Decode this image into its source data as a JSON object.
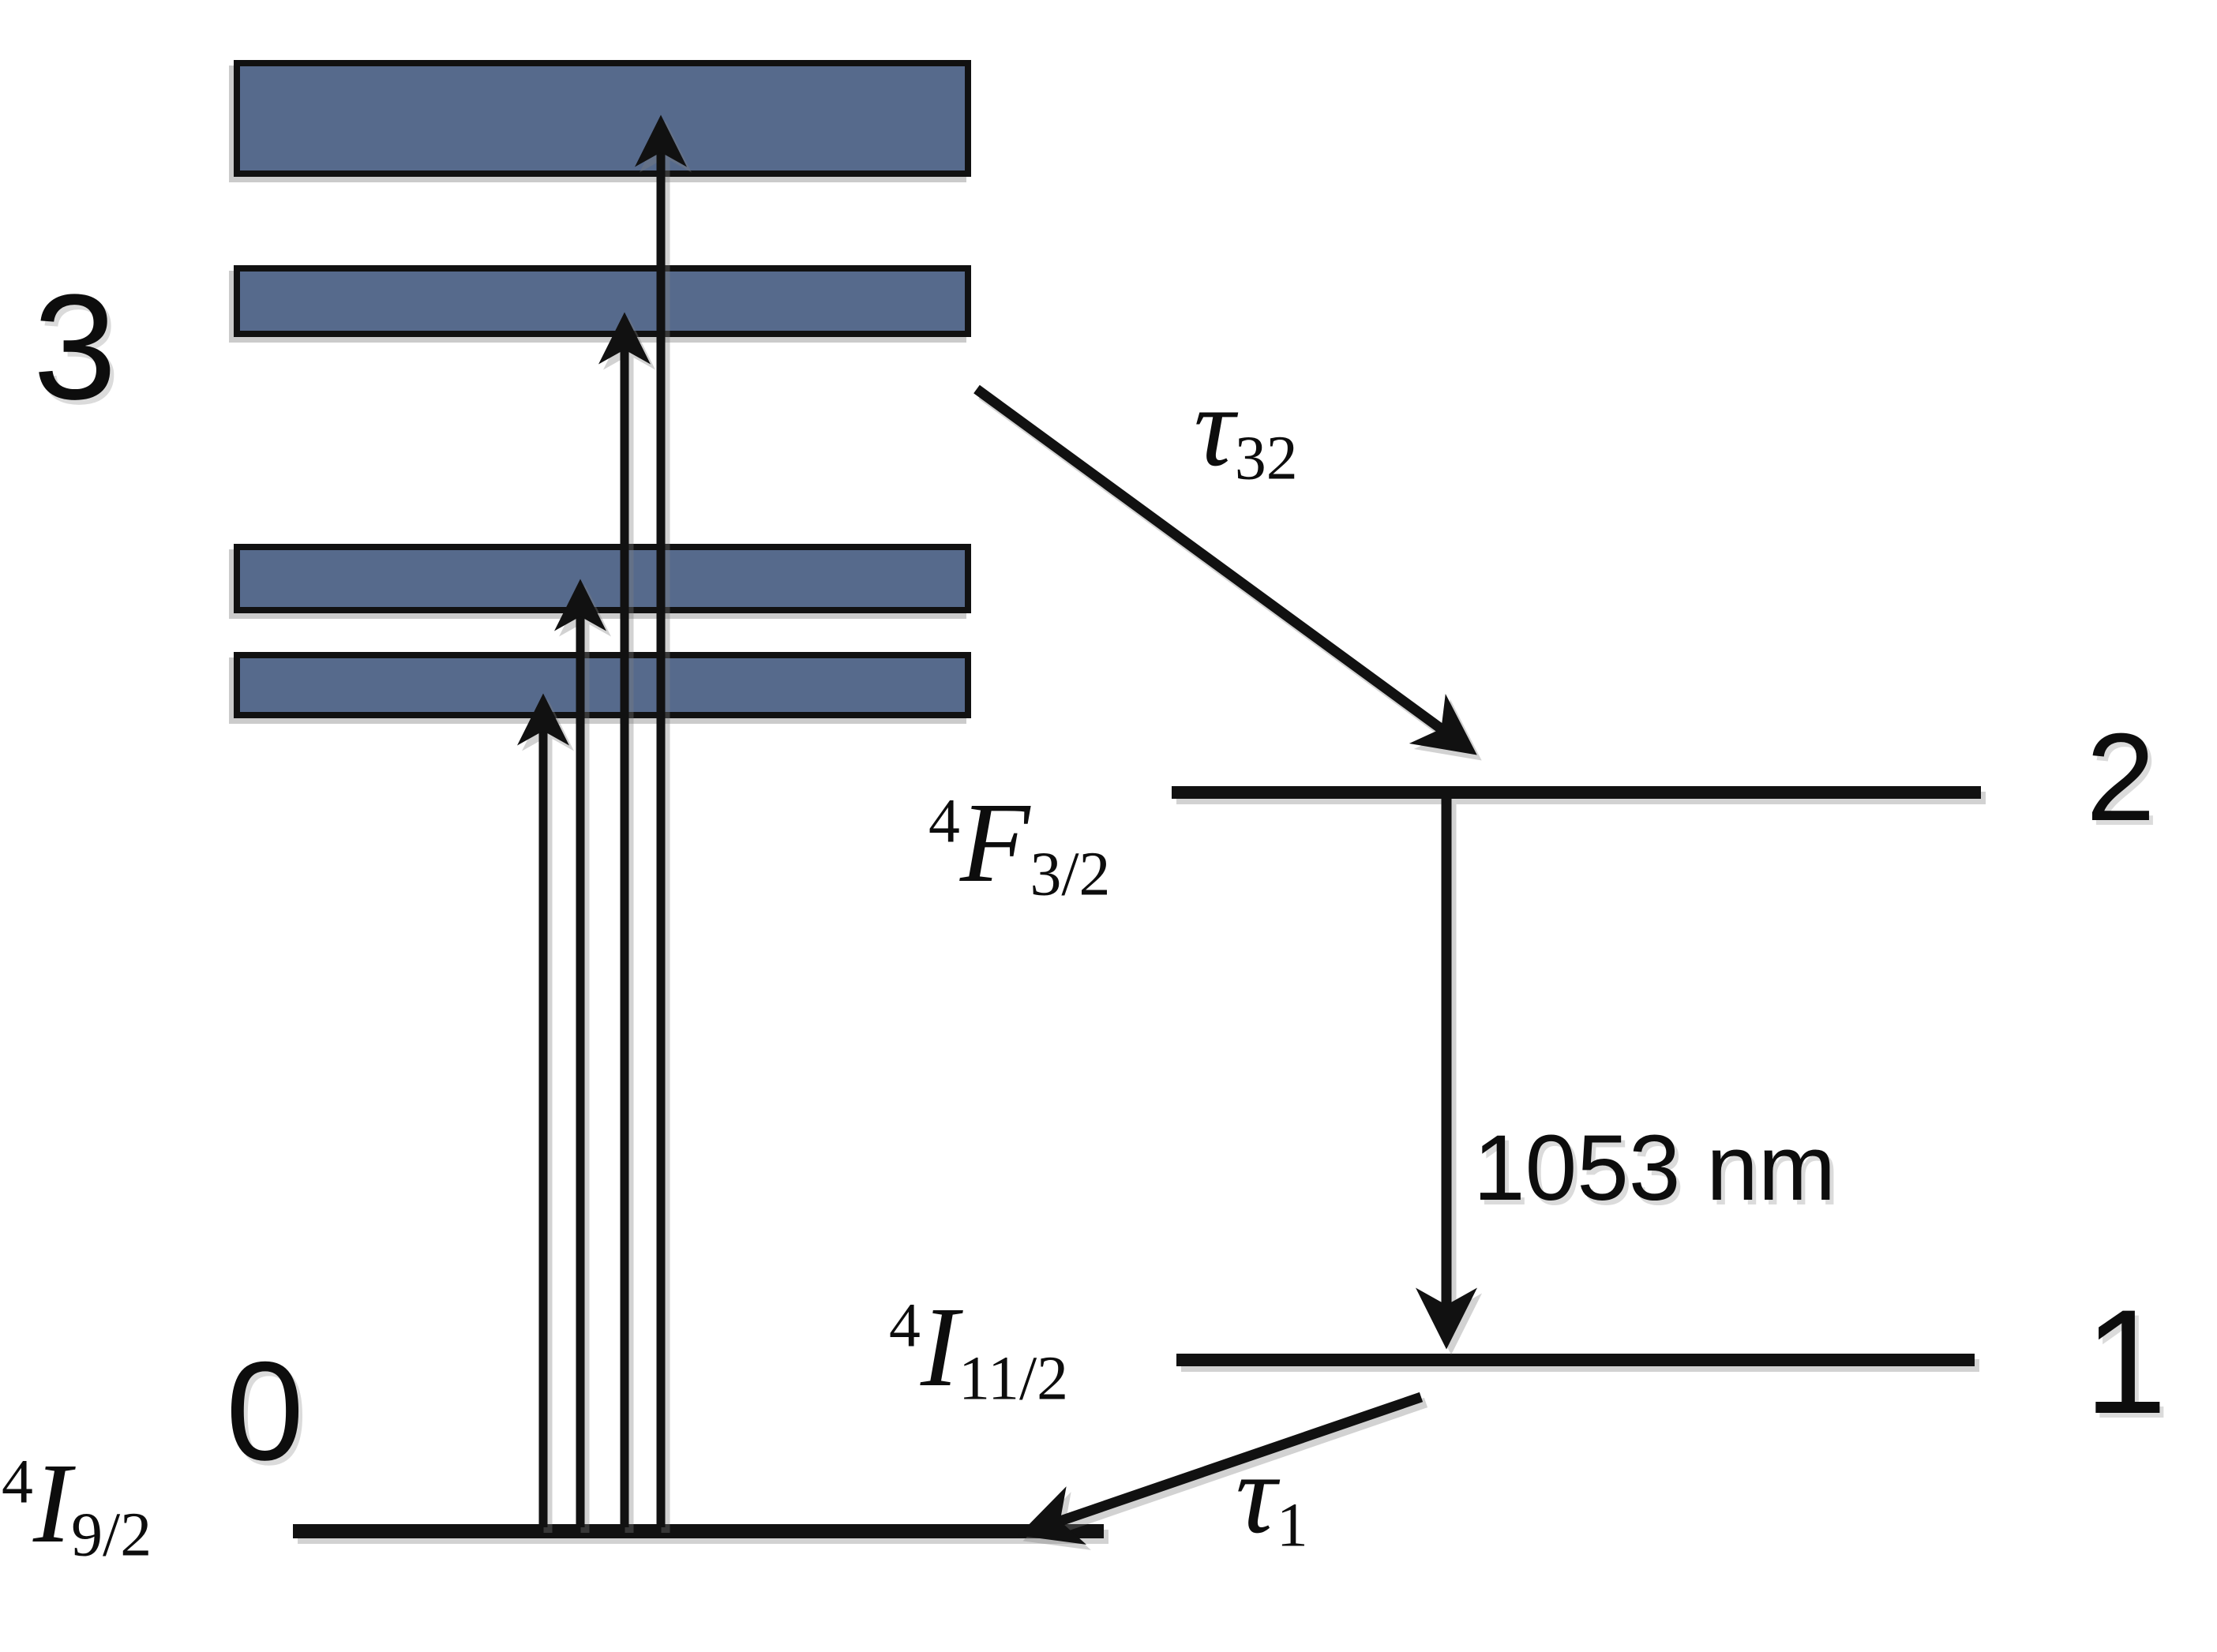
{
  "levels": [
    {
      "number": "0",
      "term": {
        "sup": "4",
        "letter": "I",
        "sub": "9/2"
      }
    },
    {
      "number": "1",
      "term": {
        "sup": "4",
        "letter": "I",
        "sub": "11/2"
      }
    },
    {
      "number": "2",
      "term": {
        "sup": "4",
        "letter": "F",
        "sub": "3/2"
      }
    },
    {
      "number": "3",
      "pump_band_count": 4
    }
  ],
  "transitions": {
    "emission": {
      "wavelength_label": "1053 nm"
    },
    "band_to_upper_decay": {
      "symbol": "τ",
      "subscript": "32"
    },
    "lower_to_ground_decay": {
      "symbol": "τ",
      "subscript": "1"
    }
  },
  "colors": {
    "pump_band_fill": "#566a8c",
    "stroke": "#111111",
    "background": "#ffffff"
  }
}
